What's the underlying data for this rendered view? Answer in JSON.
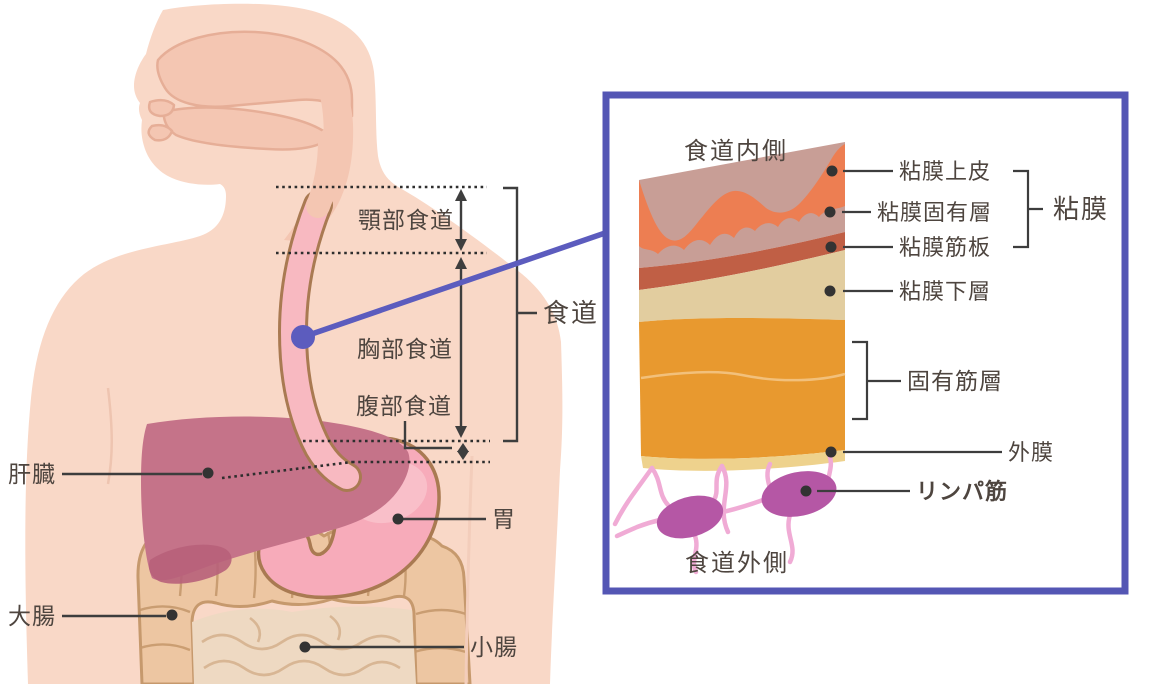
{
  "figure_title": "esophagus-anatomy-diagram",
  "torso": {
    "labels": {
      "liver": "肝臓",
      "large_intestine": "大腸",
      "stomach": "胃",
      "small_intestine": "小腸",
      "cervical_esophagus": "顎部食道",
      "thoracic_esophagus": "胸部食道",
      "abdominal_esophagus": "腹部食道",
      "esophagus": "食道"
    }
  },
  "inset": {
    "inner_side_title": "食道内側",
    "outer_side_title": "食道外側",
    "layer_labels": {
      "mucosal_epithelium": "粘膜上皮",
      "lamina_propria": "粘膜固有層",
      "muscularis_mucosae": "粘膜筋板",
      "mucosa_group": "粘膜",
      "submucosa": "粘膜下層",
      "muscularis_propria": "固有筋層",
      "adventitia": "外膜",
      "lymph_node": "リンパ筋"
    }
  },
  "colors": {
    "skin": "#f9d8c7",
    "inner_head": "#f4c6b2",
    "esophagus_tube_fill": "#f8b9c1",
    "organ_outline_brown": "#a97a52",
    "liver": "#c57389",
    "liver_dark_lobe": "#b7607a",
    "stomach": "#f7abba",
    "colon": "#edc6a2",
    "colon_outline": "#c6996d",
    "small_intestine": "#eed9c2",
    "inset_border_blue": "#5456b4",
    "connector_blue": "#5c5cbe",
    "layer_epithelium": "#ed7e52",
    "layer_lamina_propria": "#c89e96",
    "layer_muscularis_mucosae": "#c05f45",
    "layer_submucosa": "#e2cd9f",
    "layer_muscularis_propria": "#e8992f",
    "layer_adventitia": "#eed28d",
    "lymph_vessel_pink": "#f0abd5",
    "lymph_node_purple": "#b557a5",
    "label_line_dark": "#3d3d3d",
    "text_dark": "#4e453f"
  }
}
